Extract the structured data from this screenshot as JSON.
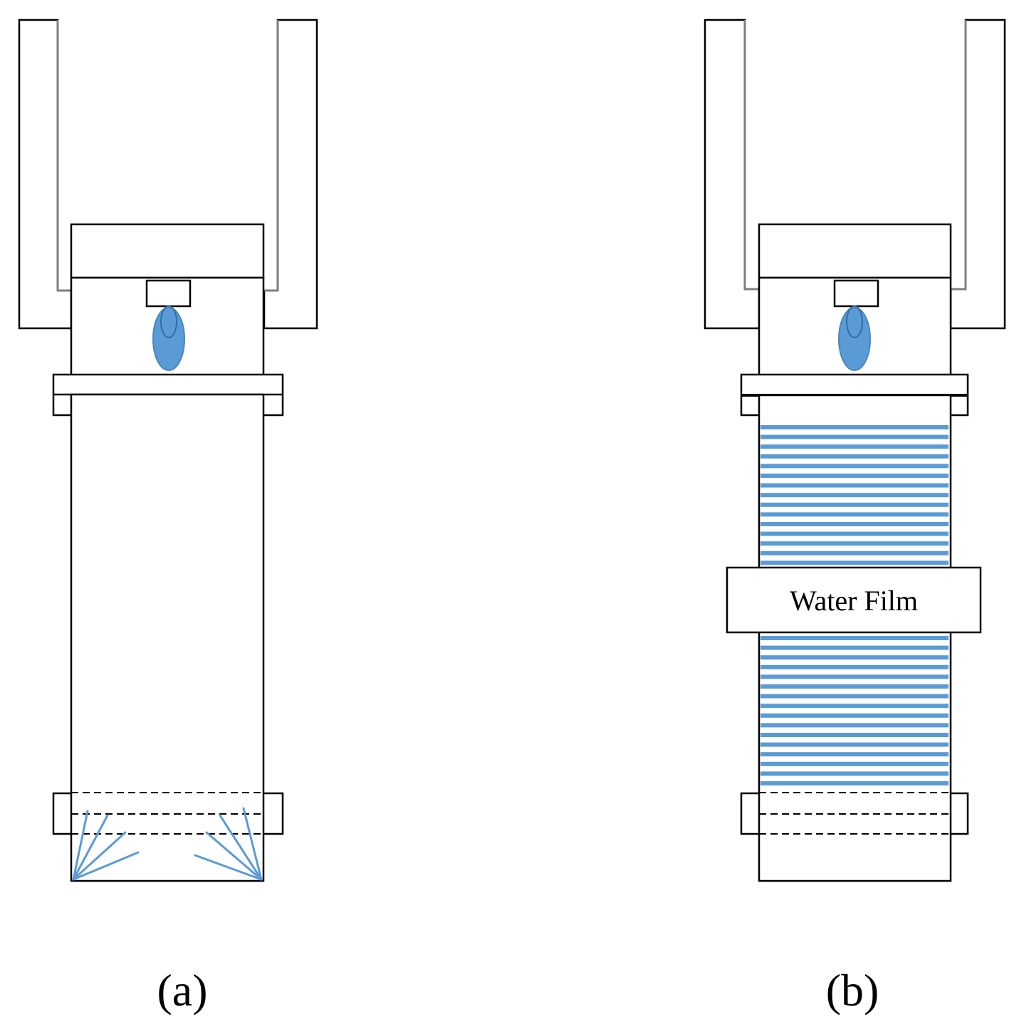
{
  "panels": [
    {
      "id": "a",
      "label": "(a)",
      "water_film": false,
      "spray": true
    },
    {
      "id": "b",
      "label": "(b)",
      "water_film": true,
      "spray": false
    }
  ],
  "water_film_label": "Water Film",
  "colors": {
    "water": "#5b9bd5",
    "stroke": "#000000",
    "frame_inner": "#7f7f7f",
    "background": "#ffffff"
  }
}
